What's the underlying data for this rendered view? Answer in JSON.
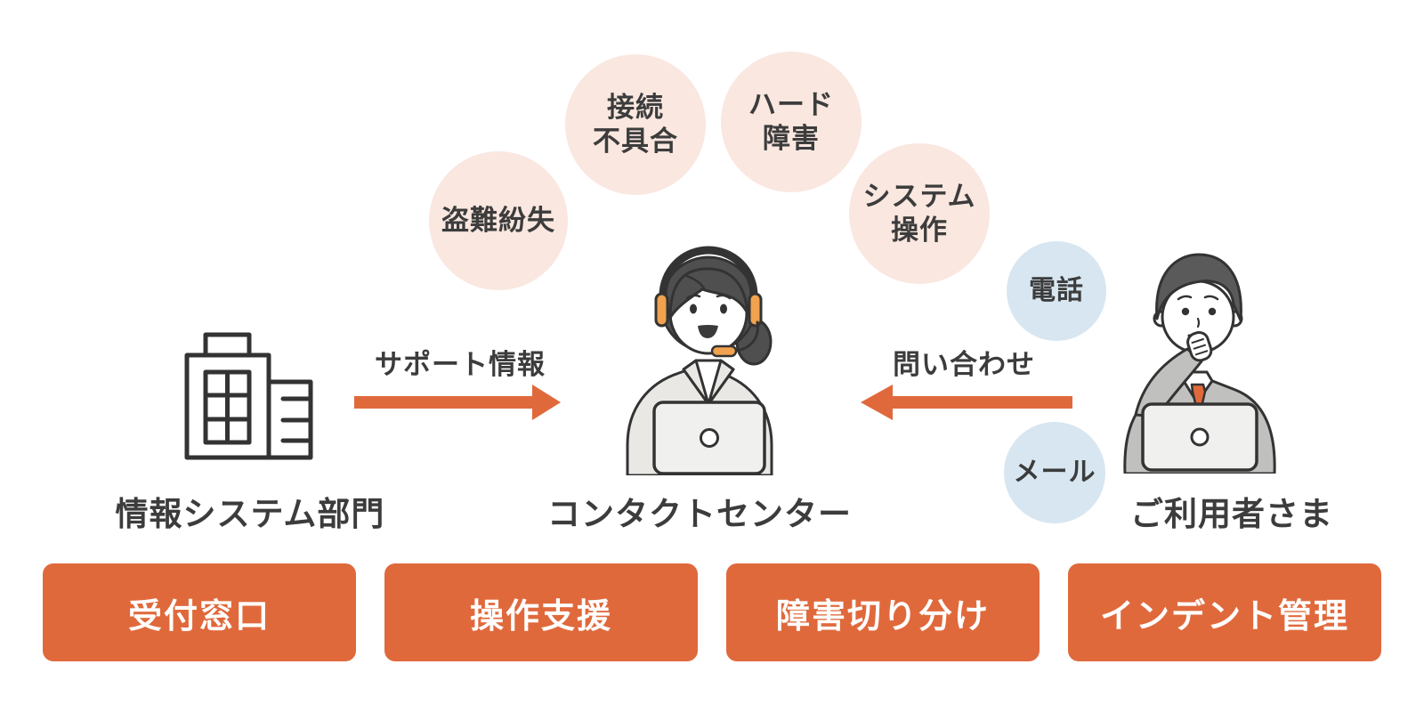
{
  "colors": {
    "accent_orange": "#E0693C",
    "bubble_pink": "#F9E7E0",
    "bubble_blue": "#D7E6F0",
    "text_dark": "#3C3C3C",
    "button_text": "#FFFFFF",
    "headset_amber": "#F0A24E",
    "outline_dark": "#333333",
    "canvas_bg": "#FFFFFF"
  },
  "issue_bubbles": [
    {
      "name": "theft-loss",
      "lines": [
        "盗難紛失"
      ]
    },
    {
      "name": "connection-trouble",
      "lines": [
        "接続",
        "不具合"
      ]
    },
    {
      "name": "hardware-failure",
      "lines": [
        "ハード",
        "障害"
      ]
    },
    {
      "name": "system-operation",
      "lines": [
        "システム",
        "操作"
      ]
    }
  ],
  "channel_bubbles": [
    {
      "name": "phone",
      "label": "電話"
    },
    {
      "name": "mail",
      "label": "メール"
    }
  ],
  "actors": {
    "it_department": {
      "label": "情報システム部門",
      "icon": "building-icon"
    },
    "contact_center": {
      "label": "コンタクトセンター",
      "icon": "operator-woman-illustration"
    },
    "end_user": {
      "label": "ご利用者さま",
      "icon": "thinking-man-illustration"
    }
  },
  "flows": {
    "support_info": {
      "label": "サポート情報",
      "direction": "left-to-right"
    },
    "inquiry": {
      "label": "問い合わせ",
      "direction": "right-to-left"
    }
  },
  "function_buttons": [
    {
      "label": "受付窓口"
    },
    {
      "label": "操作支援"
    },
    {
      "label": "障害切り分け"
    },
    {
      "label": "インデント管理"
    }
  ]
}
